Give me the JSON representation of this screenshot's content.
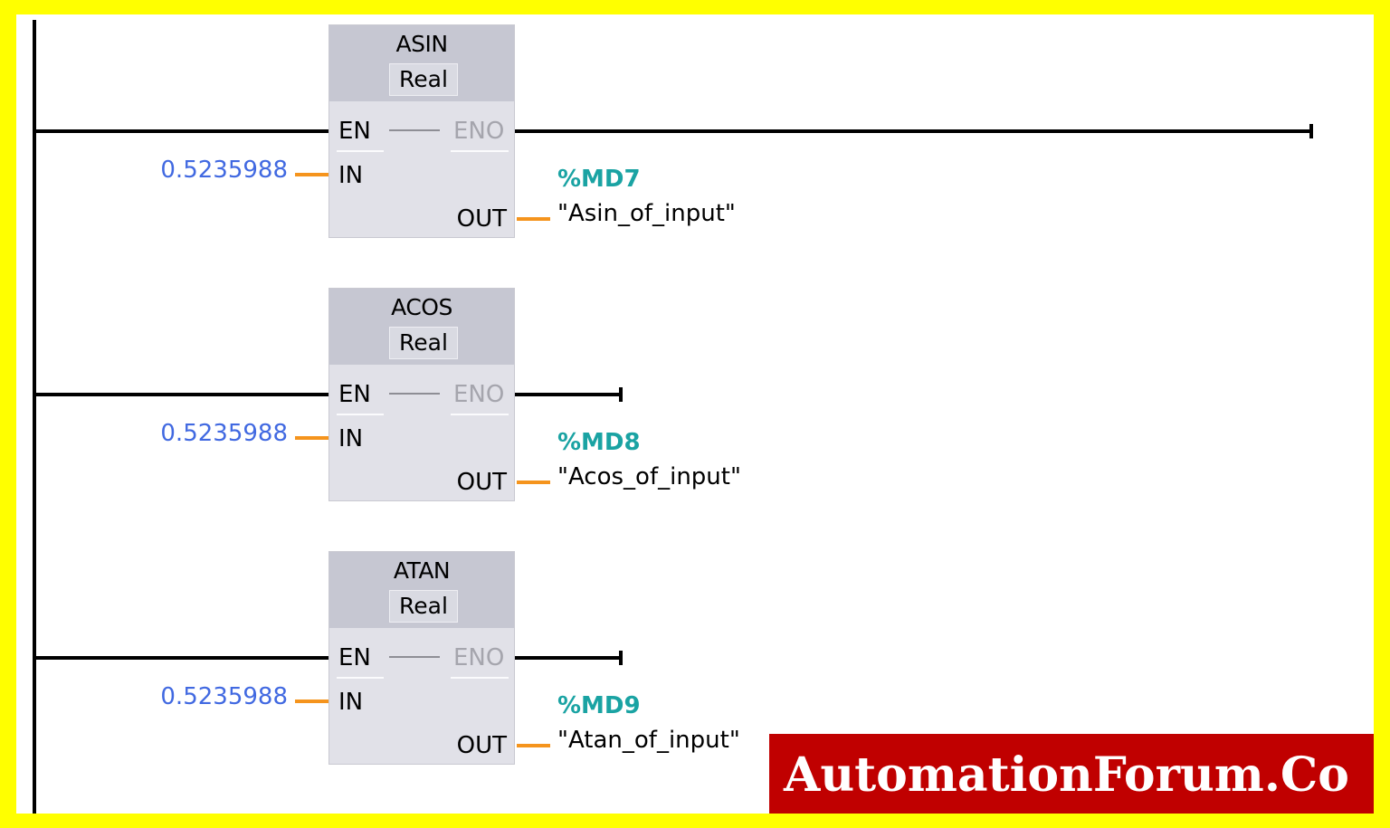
{
  "rungs": [
    {
      "instruction": "ASIN",
      "data_type": "Real",
      "en_label": "EN",
      "eno_label": "ENO",
      "in_label": "IN",
      "out_label": "OUT",
      "in_value": "0.5235988",
      "out_address": "%MD7",
      "out_symbol": "\"Asin_of_input\""
    },
    {
      "instruction": "ACOS",
      "data_type": "Real",
      "en_label": "EN",
      "eno_label": "ENO",
      "in_label": "IN",
      "out_label": "OUT",
      "in_value": "0.5235988",
      "out_address": "%MD8",
      "out_symbol": "\"Acos_of_input\""
    },
    {
      "instruction": "ATAN",
      "data_type": "Real",
      "en_label": "EN",
      "eno_label": "ENO",
      "in_label": "IN",
      "out_label": "OUT",
      "in_value": "0.5235988",
      "out_address": "%MD9",
      "out_symbol": "\"Atan_of_input\""
    }
  ],
  "watermark": "AutomationForum.Co",
  "colors": {
    "frame": "#ffff00",
    "block_body": "#e1e1e8",
    "block_header": "#c6c7d2",
    "pin_wire": "#f5941d",
    "constant_text": "#4169e1",
    "address_text": "#1aa3a3",
    "watermark_bg": "#c00000"
  }
}
